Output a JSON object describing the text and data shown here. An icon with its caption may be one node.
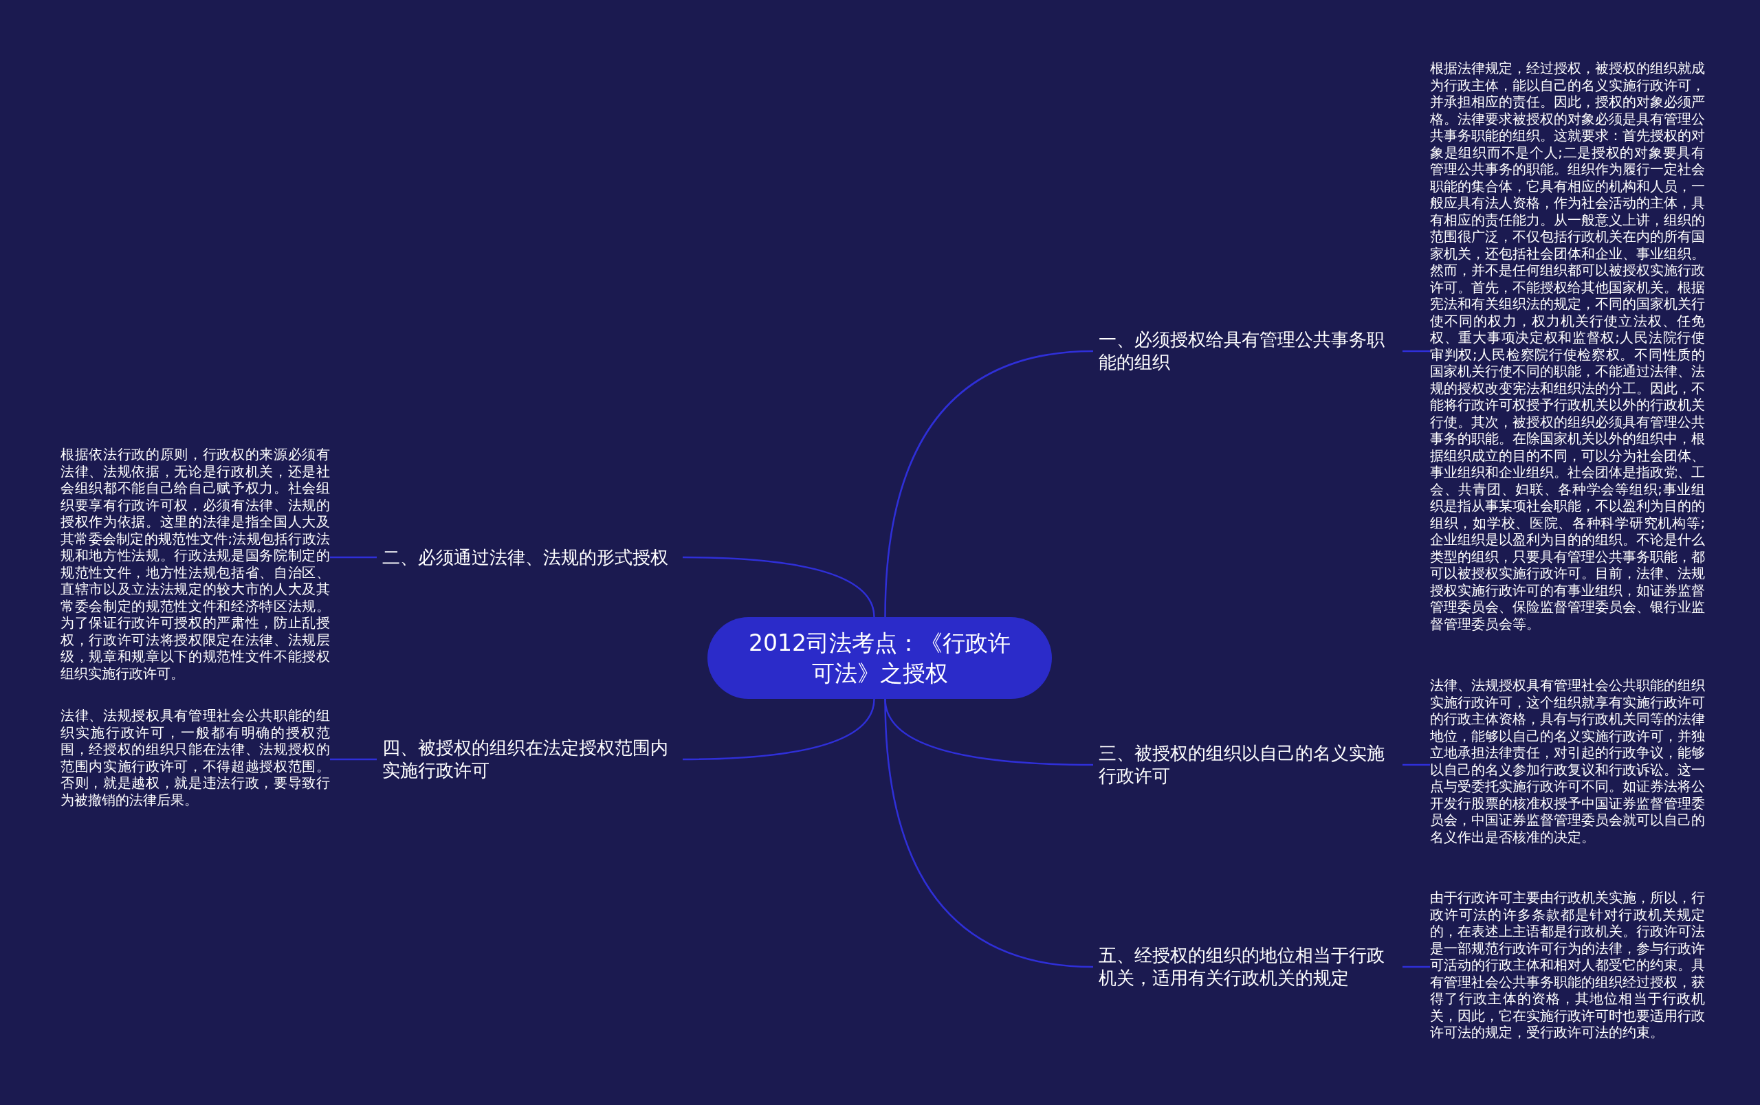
{
  "diagram": {
    "nodes": [
      {
        "text": [
          "2012司法考点：《行政许可法》之授权"
        ]
      },
      {
        "text": [
          "一、必须授权给具有管理公共事务职能的组织"
        ]
      },
      {
        "text": [
          "根据法律规定，经过授权，被授权的组织就成为行政主体，能以自己的名义实施行政许可，并承担相应的责任。因此，授权的对象必须严格。法律要求被授权的对象必须是具有管理公共事务职能的组织。这就要求：首先授权的对象是组织而不是个人;二是授权的对象要具有管理公共事务的职能。组织作为履行一定社会职能的集合体，它具有相应的机构和人员，一般应具有法人资格，作为社会活动的主体，具有相应的责任能力。从一般意义上讲，组织的范围很广泛，不仅包括行政机关在内的所有国家机关，还包括社会团体和企业、事业组织。然而，并不是任何组织都可以被授权实施行政许可。首先，不能授权给其他国家机关。根据宪法和有关组织法的规定，不同的国家机关行使不同的权力，权力机关行使立法权、任免权、重大事项决定权和监督权;人民法院行使审判权;人民检察院行使检察权。不同性质的国家机关行使不同的职能，不能通过法律、法规的授权改变宪法和组织法的分工。因此，不能将行政许可权授予行政机关以外的行政机关行使。其次，被授权的组织必须具有管理公共事务的职能。在除国家机关以外的组织中，根据组织成立的目的不同，可以分为社会团体、事业组织和企业组织。社会团体是指政党、工会、共青团、妇联、各种学会等组织;事业组织是指从事某项社会职能，不以盈利为目的的组织，如学校、医院、各种科学研究机构等;企业组织是以盈利为目的的组织。不论是什么类型的组织，只要具有管理公共事务职能，都可以被授权实施行政许可。目前，法律、法规授权实施行政许可的有事业组织，如证券监督管理委员会、保险监督管理委员会、银行业监督管理委员会等。"
        ]
      },
      {
        "text": [
          "二、必须通过法律、法规的形式授权"
        ]
      },
      {
        "text": [
          "根据依法行政的原则，行政权的来源必须有法律、法规依据，无论是行政机关，还是社会组织都不能自己给自己赋予权力。社会组织要享有行政许可权，必须有法律、法规的授权作为依据。这里的法律是指全国人大及其常委会制定的规范性文件;法规包括行政法规和地方性法规。行政法规是国务院制定的规范性文件，地方性法规包括省、自治区、直辖市以及立法法规定的较大市的人大及其常委会制定的规范性文件和经济特区法规。为了保证行政许可授权的严肃性，防止乱授权，行政许可法将授权限定在法律、法规层级，规章和规章以下的规范性文件不能授权组织实施行政许可。"
        ]
      },
      {
        "text": [
          "三、被授权的组织以自己的名义实施行政许可"
        ]
      },
      {
        "text": [
          "法律、法规授权具有管理社会公共职能的组织实施行政许可，这个组织就享有实施行政许可的行政主体资格，具有与行政机关同等的法律地位，能够以自己的名义实施行政许可，并独立地承担法律责任，对引起的行政争议，能够以自己的名义参加行政复议和行政诉讼。这一点与受委托实施行政许可不同。如证券法将公开发行股票的核准权授予中国证券监督管理委员会，中国证券监督管理委员会就可以自己的名义作出是否核准的决定。"
        ]
      },
      {
        "text": [
          "四、被授权的组织在法定授权范围内实施行政许可"
        ]
      },
      {
        "text": [
          "法律、法规授权具有管理社会公共职能的组织实施行政许可，一般都有明确的授权范围，经授权的组织只能在法律、法规授权的范围内实施行政许可，不得超越授权范围。否则，就是越权，就是违法行政，要导致行为被撤销的法律后果。"
        ]
      },
      {
        "text": [
          "五、经授权的组织的地位相当于行政机关，适用有关行政机关的规定"
        ]
      },
      {
        "text": [
          "由于行政许可主要由行政机关实施，所以，行政许可法的许多条款都是针对行政机关规定的，在表述上主语都是行政机关。行政许可法是一部规范行政许可行为的法律，参与行政许可活动的行政主体和相对人都受它的约束。具有管理社会公共事务职能的组织经过授权，获得了行政主体的资格，其地位相当于行政机关，因此，它在实施行政许可时也要适用行政许可法的规定，受行政许可法的约束。"
        ]
      }
    ],
    "edges": [
      {
        "from": 0,
        "to": 1,
        "arrow": "none"
      },
      {
        "from": 1,
        "to": 2,
        "arrow": "none"
      },
      {
        "from": 0,
        "to": 3,
        "arrow": "none"
      },
      {
        "from": 3,
        "to": 4,
        "arrow": "none"
      },
      {
        "from": 0,
        "to": 5,
        "arrow": "none"
      },
      {
        "from": 5,
        "to": 6,
        "arrow": "none"
      },
      {
        "from": 0,
        "to": 7,
        "arrow": "none"
      },
      {
        "from": 7,
        "to": 8,
        "arrow": "none"
      },
      {
        "from": 0,
        "to": 9,
        "arrow": "none"
      },
      {
        "from": 9,
        "to": 10,
        "arrow": "none"
      }
    ]
  }
}
